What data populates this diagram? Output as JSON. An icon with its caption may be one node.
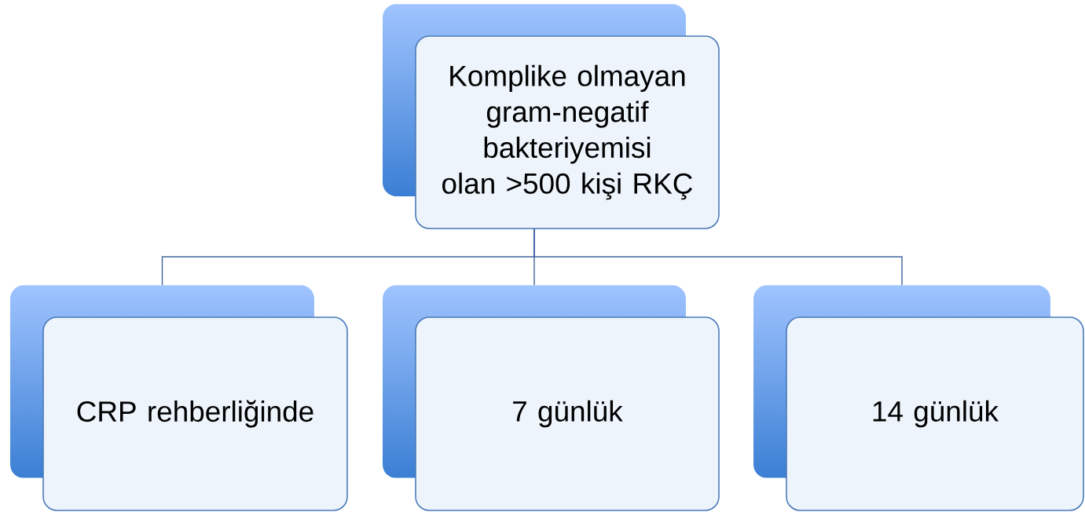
{
  "diagram": {
    "nodes": [
      {
        "text": [
          "Komplike olmayan gram-negatif bakteriyemisi olan >500 kişi RKÇ"
        ]
      },
      {
        "text": [
          "CRP rehberliğinde"
        ]
      },
      {
        "text": [
          "7 günlük"
        ]
      },
      {
        "text": [
          "14 günlük"
        ]
      }
    ],
    "edges": [
      {
        "from": 0,
        "to": 1,
        "arrow": "none"
      },
      {
        "from": 0,
        "to": 2,
        "arrow": "none"
      },
      {
        "from": 0,
        "to": 3,
        "arrow": "none"
      }
    ]
  }
}
